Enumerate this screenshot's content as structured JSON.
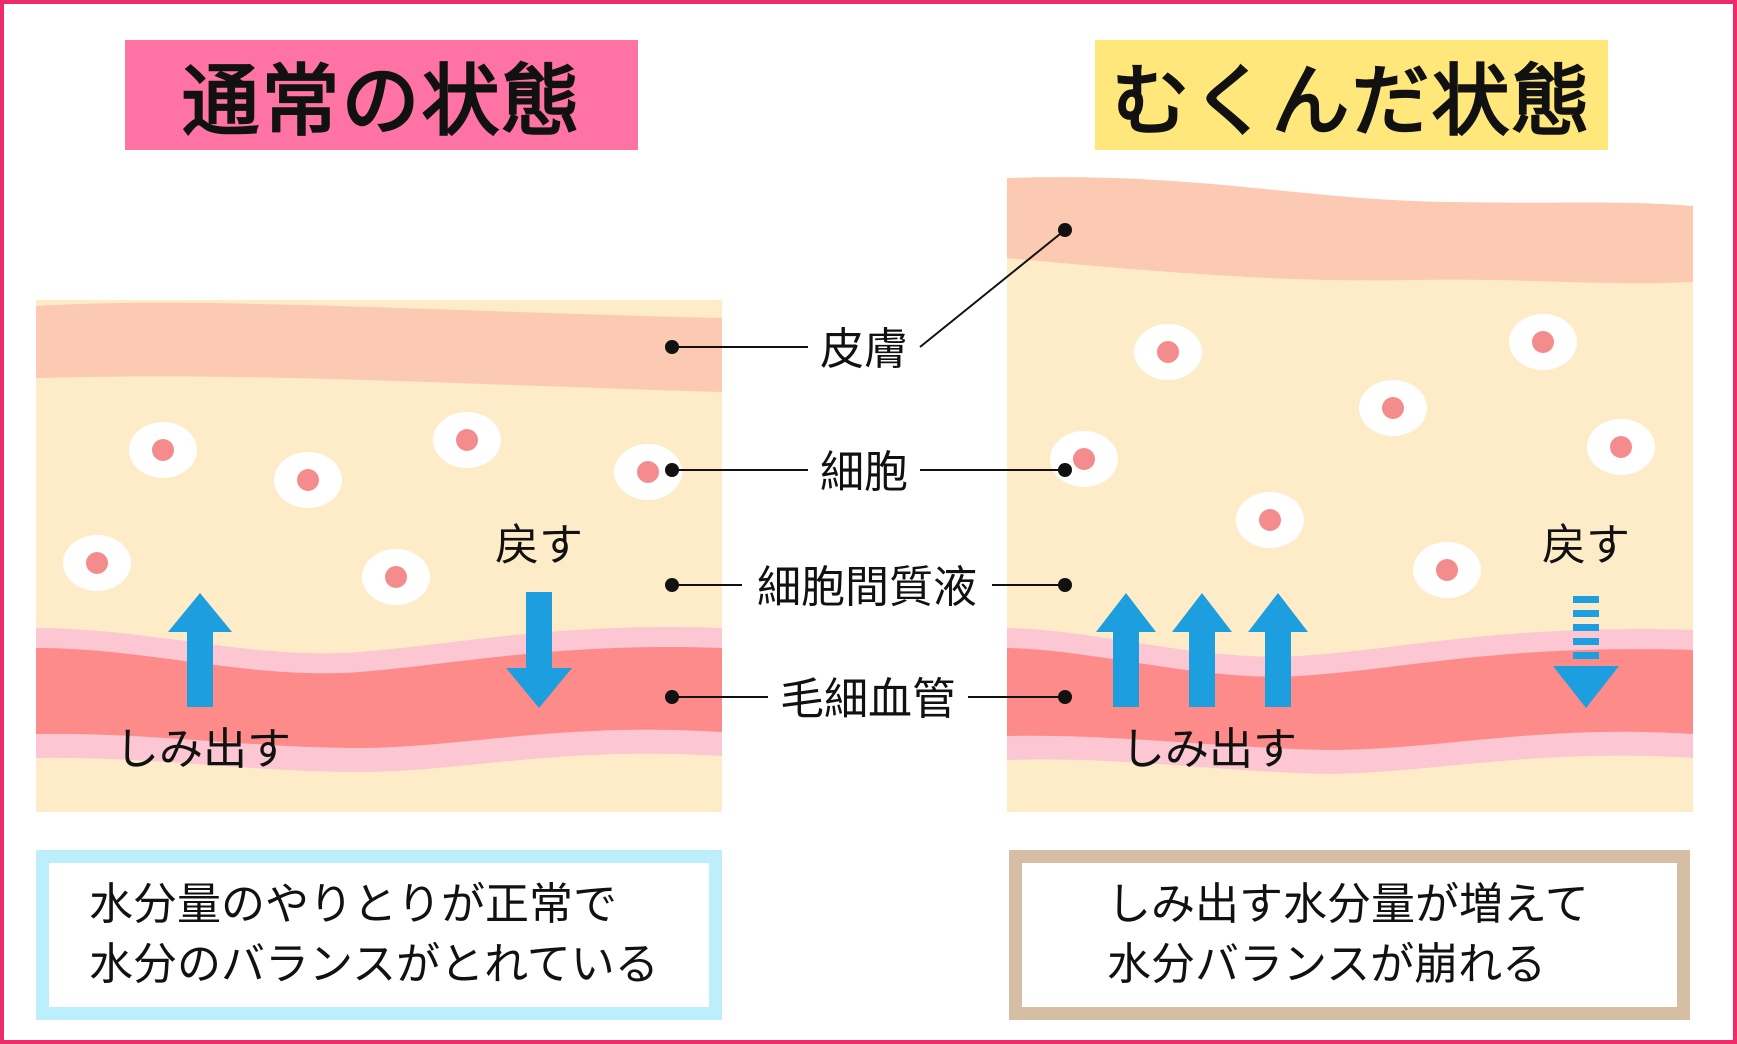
{
  "titles": {
    "normal": "通常の状態",
    "swollen": "むくんだ状態"
  },
  "labels": {
    "skin": "皮膚",
    "cell": "細胞",
    "interstitial_fluid": "細胞間質液",
    "capillary": "毛細血管"
  },
  "arrows": {
    "seep_out_left": "しみ出す",
    "return_left": "戻す",
    "seep_out_right": "しみ出す",
    "return_right": "戻す"
  },
  "captions": {
    "normal_line1": "水分量のやりとりが正常で",
    "normal_line2": "水分のバランスがとれている",
    "swollen_line1": "しみ出す水分量が増えて",
    "swollen_line2": "水分バランスが崩れる"
  },
  "colors": {
    "frame": "#ee2a6a",
    "title_normal_bg": "#ff73a4",
    "title_swollen_bg": "#ffe77c",
    "skin": "#fcc9b2",
    "tissue": "#fdecc7",
    "capillary": "#fc8b89",
    "capillary_edge": "#fcc6d2",
    "cell_nucleus": "#f48c8e",
    "arrow": "#1d9ede",
    "caption_normal_border": "#bdeefb",
    "caption_swollen_border": "#d5bea3"
  },
  "icons": {
    "up_arrow": "up-arrow-icon",
    "down_arrow": "down-arrow-icon",
    "dashed_down_arrow": "dashed-down-arrow-icon"
  }
}
